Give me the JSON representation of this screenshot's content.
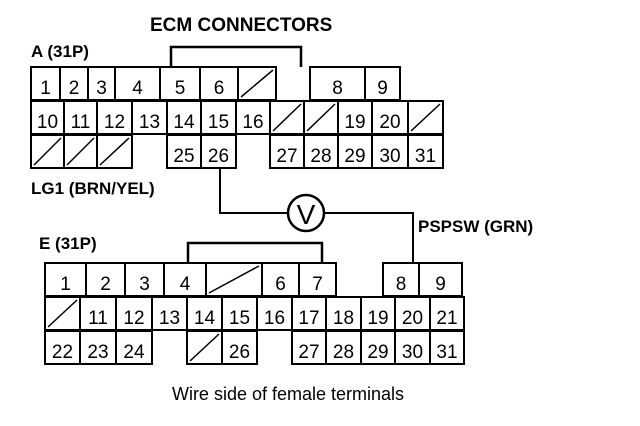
{
  "title": "ECM CONNECTORS",
  "caption": "Wire side of female terminals",
  "meter_symbol": "V",
  "connector_a": {
    "label": "A (31P)",
    "rows": [
      [
        "1",
        "2",
        "3",
        "4",
        "5",
        "6",
        "/",
        "",
        "8",
        "9"
      ],
      [
        "10",
        "11",
        "12",
        "13",
        "14",
        "15",
        "16",
        "/",
        "/",
        "19",
        "20",
        "/"
      ],
      [
        "/",
        "/",
        "/",
        "",
        "25",
        "26",
        "",
        "27",
        "28",
        "29",
        "30",
        "31"
      ]
    ]
  },
  "connector_e": {
    "label": "E (31P)",
    "rows": [
      [
        "1",
        "2",
        "3",
        "4",
        "/",
        "6",
        "7",
        "",
        "8",
        "9"
      ],
      [
        "/",
        "11",
        "12",
        "13",
        "14",
        "15",
        "16",
        "17",
        "18",
        "19",
        "20",
        "21"
      ],
      [
        "22",
        "23",
        "24",
        "",
        "/",
        "26",
        "",
        "27",
        "28",
        "29",
        "30",
        "31"
      ]
    ]
  },
  "wires": {
    "lg1": "LG1 (BRN/YEL)",
    "pspsw": "PSPSW (GRN)"
  }
}
